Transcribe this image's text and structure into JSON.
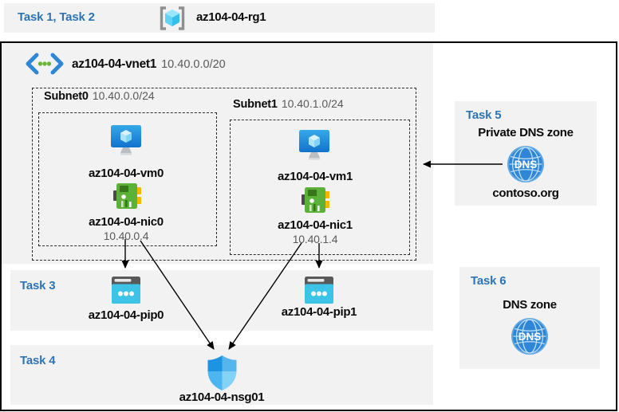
{
  "colors": {
    "accent_blue": "#2E74B5",
    "panel_gray": "#F2F2F2",
    "text_gray": "#595959",
    "arrow_black": "#000000",
    "vm_icon_blue": "#1E7FD4",
    "nic_icon_green": "#5CB138",
    "pip_icon_cyan": "#3CC3E6",
    "dns_icon_blue": "#3389DB"
  },
  "header": {
    "tasks_label": "Task 1, Task 2",
    "resource_group": "az104-04-rg1"
  },
  "vnet": {
    "name": "az104-04-vnet1",
    "cidr": "10.40.0.0/20"
  },
  "subnets": [
    {
      "name": "Subnet0",
      "cidr": "10.40.0.0/24",
      "vm": "az104-04-vm0",
      "nic": "az104-04-nic0",
      "ip": "10.40.0.4"
    },
    {
      "name": "Subnet1",
      "cidr": "10.40.1.0/24",
      "vm": "az104-04-vm1",
      "nic": "az104-04-nic1",
      "ip": "10.40.1.4"
    }
  ],
  "task3": {
    "label": "Task 3",
    "public_ips": [
      "az104-04-pip0",
      "az104-04-pip1"
    ]
  },
  "task4": {
    "label": "Task 4",
    "nsg": "az104-04-nsg01"
  },
  "task5": {
    "label": "Task 5",
    "title": "Private DNS zone",
    "dns_icon_text": "DNS",
    "zone_name": "contoso.org"
  },
  "task6": {
    "label": "Task 6",
    "title": "DNS zone",
    "dns_icon_text": "DNS"
  }
}
